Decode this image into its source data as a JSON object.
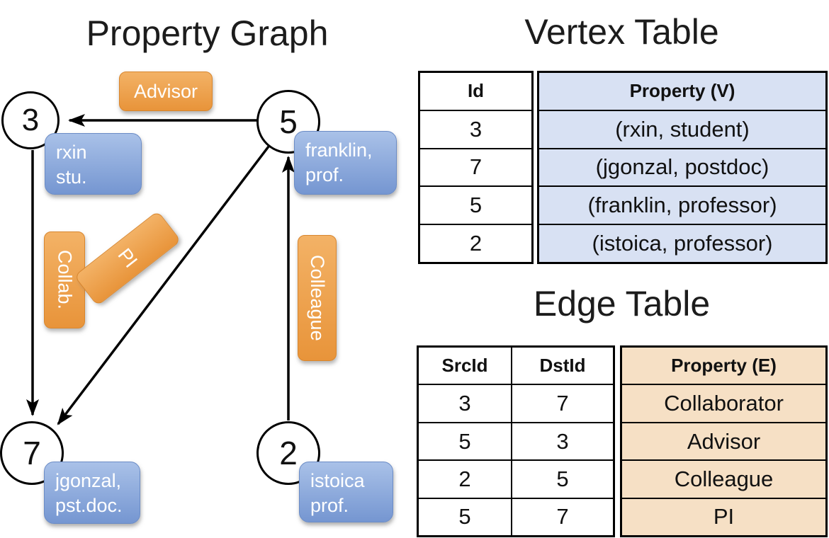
{
  "graph": {
    "title": "Property Graph",
    "vertices": [
      {
        "id": "3",
        "line1": "rxin",
        "line2": "stu."
      },
      {
        "id": "5",
        "line1": "franklin,",
        "line2": "prof."
      },
      {
        "id": "7",
        "line1": "jgonzal,",
        "line2": "pst.doc."
      },
      {
        "id": "2",
        "line1": "istoica",
        "line2": "prof."
      }
    ],
    "edge_labels": {
      "advisor": "Advisor",
      "collab": "Collab.",
      "pi": "PI",
      "colleague": "Colleague"
    }
  },
  "vertex_table": {
    "title": "Vertex Table",
    "columns": [
      "Id",
      "Property (V)"
    ],
    "rows": [
      [
        "3",
        "(rxin, student)"
      ],
      [
        "7",
        "(jgonzal, postdoc)"
      ],
      [
        "5",
        "(franklin, professor)"
      ],
      [
        "2",
        "(istoica, professor)"
      ]
    ]
  },
  "edge_table": {
    "title": "Edge Table",
    "columns": [
      "SrcId",
      "DstId",
      "Property (E)"
    ],
    "rows": [
      [
        "3",
        "7",
        "Collaborator"
      ],
      [
        "5",
        "3",
        "Advisor"
      ],
      [
        "2",
        "5",
        "Colleague"
      ],
      [
        "5",
        "7",
        "PI"
      ]
    ]
  },
  "colors": {
    "edge_pill_top": "#f3b266",
    "edge_pill_bottom": "#e8943a",
    "vertex_box_top": "#a9c1e8",
    "vertex_box_bottom": "#7596d1",
    "vertex_table_fill": "#d8e1f3",
    "edge_table_fill": "#f6e0c5",
    "line": "#000000"
  }
}
